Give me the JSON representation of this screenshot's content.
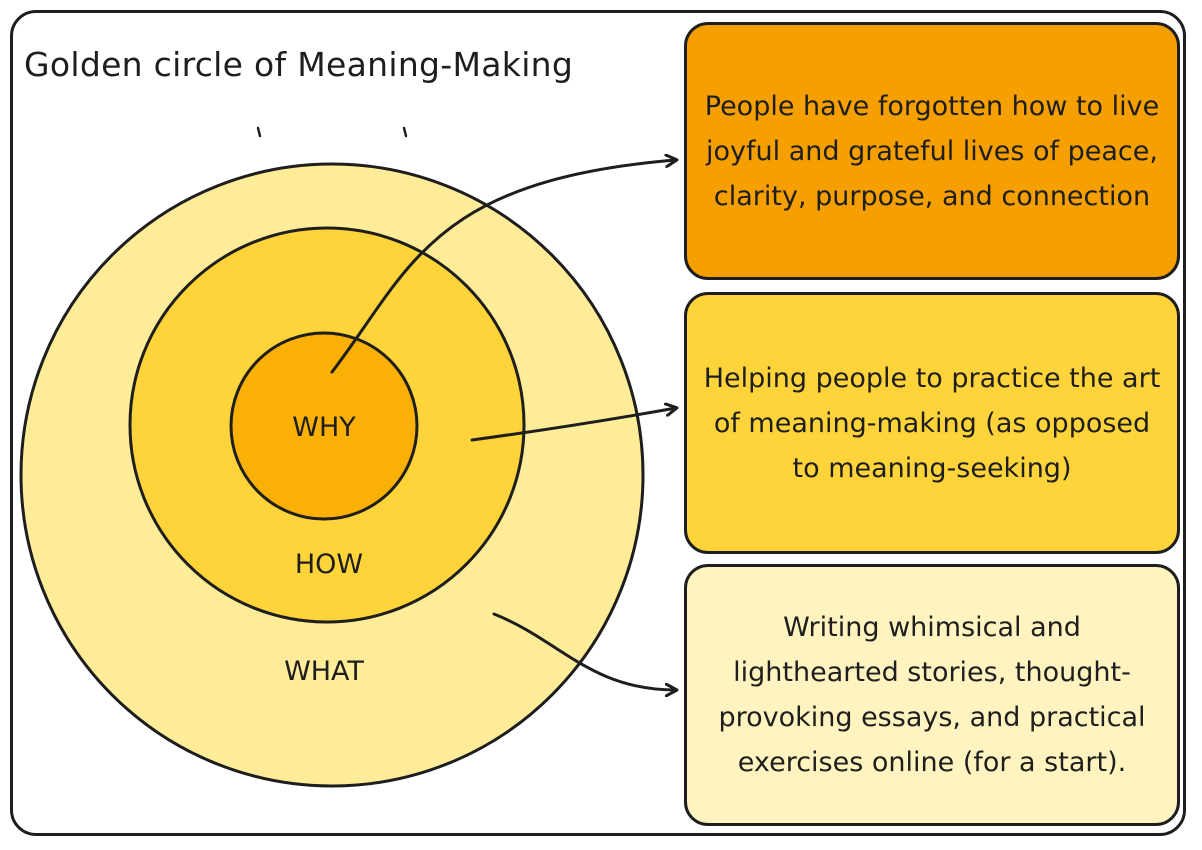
{
  "title": "Golden circle of Meaning-Making",
  "rings": {
    "why": "WHY",
    "how": "HOW",
    "what": "WHAT"
  },
  "cards": {
    "why": "People have forgotten how to live joyful and grateful lives of peace, clarity, purpose, and connection",
    "how": "Helping people to practice the art of meaning-making (as opposed to meaning-seeking)",
    "what": "Writing whimsical and lighthearted stories, thought-provoking essays, and practical exercises online (for a start)."
  },
  "colors": {
    "outer_ring": "#ffec99",
    "middle_ring": "#ffd43b",
    "inner_circle": "#fab005",
    "why_card": "#f59f00",
    "how_card": "#ffd43b",
    "what_card": "#fff3bf",
    "stroke": "#1e1e1e"
  }
}
